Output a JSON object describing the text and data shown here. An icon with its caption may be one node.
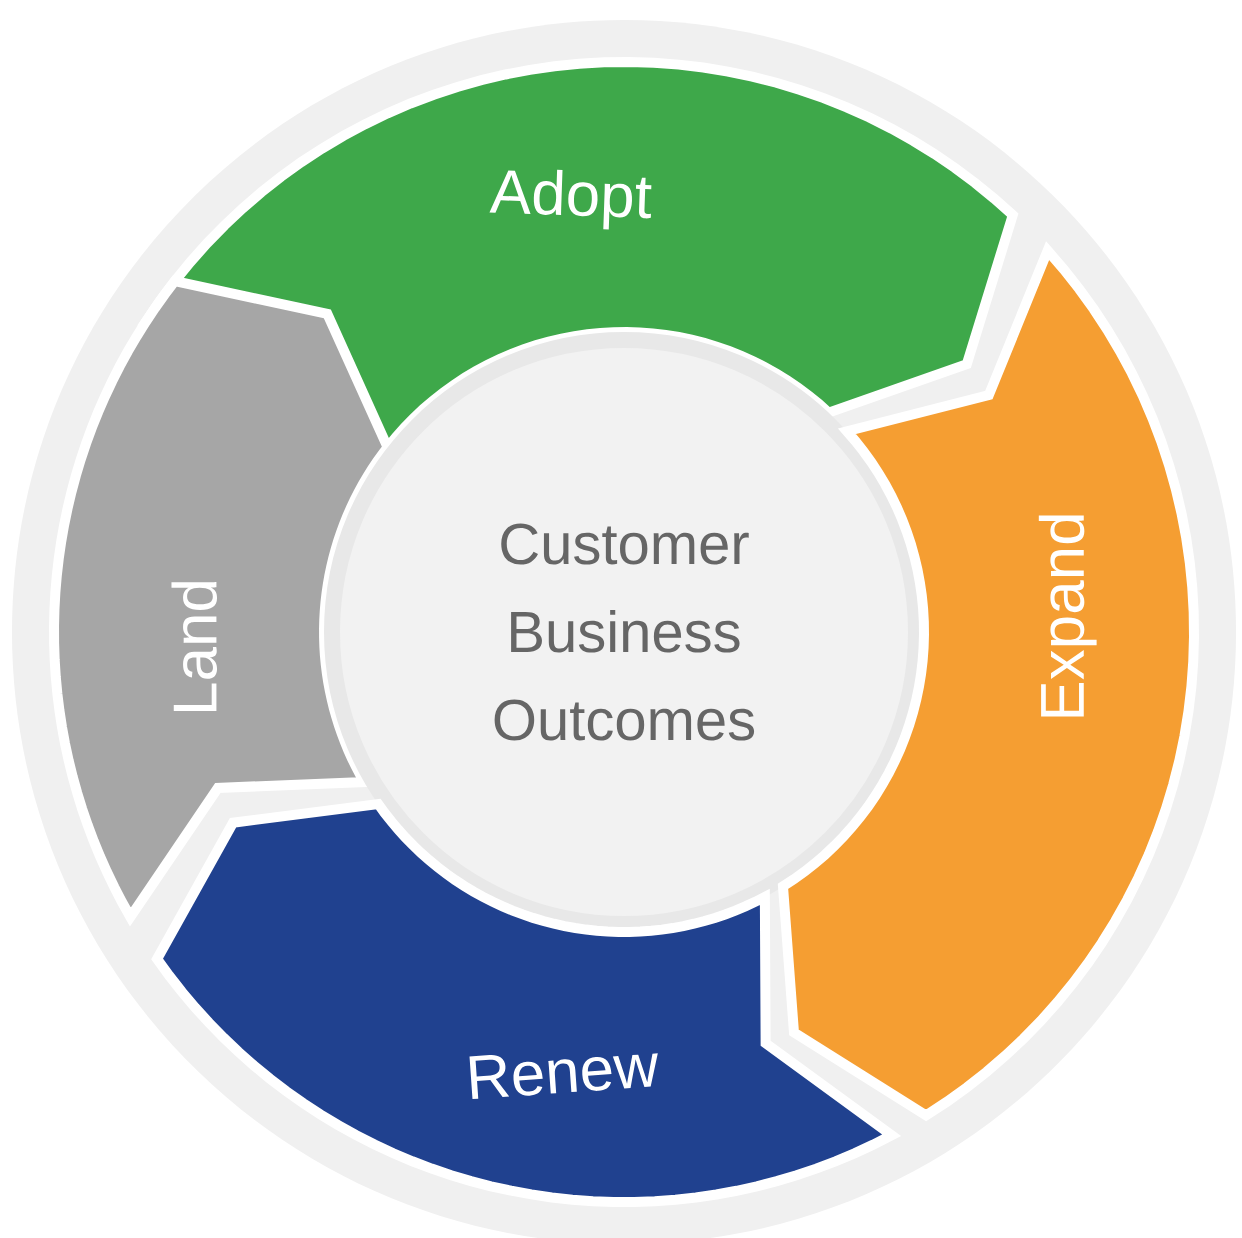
{
  "diagram": {
    "nodes": [
      {
        "text": [
          "Adopt"
        ]
      },
      {
        "text": [
          "Land"
        ]
      },
      {
        "text": [
          "Customer Business Outcomes"
        ]
      },
      {
        "text": [
          "Expand"
        ]
      },
      {
        "text": [
          "Renew"
        ]
      }
    ]
  }
}
